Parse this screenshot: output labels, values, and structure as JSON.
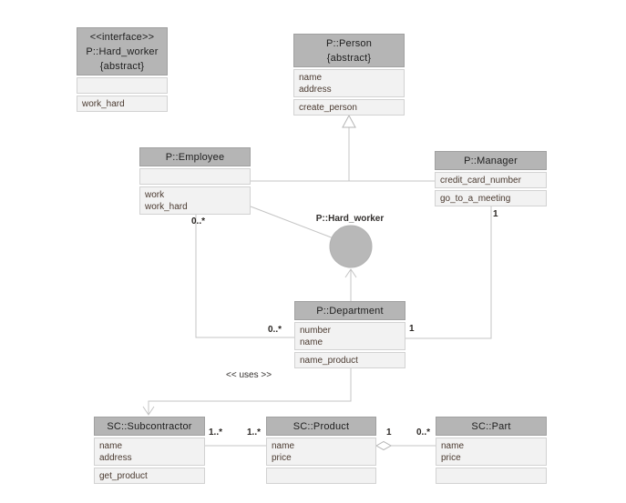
{
  "colors": {
    "header_fill": "#b5b5b5",
    "compartment_fill": "#f2f2f2",
    "box_border": "#a0a0a0",
    "compartment_border": "#d2d2d2",
    "connector": "#c4c4c4",
    "header_text": "#1e1e1e",
    "member_text": "#4a3a30",
    "ball_fill": "#b8b8b8"
  },
  "classes": {
    "hard_worker_interface": {
      "stereotype": "<<interface>>",
      "name": "P::Hard_worker",
      "modifier": "{abstract}",
      "attributes": [],
      "methods": [
        "work_hard"
      ]
    },
    "person": {
      "name": "P::Person",
      "modifier": "{abstract}",
      "attributes": [
        "name",
        "address"
      ],
      "methods": [
        "create_person"
      ]
    },
    "employee": {
      "name": "P::Employee",
      "attributes": [],
      "methods": [
        "work",
        "work_hard"
      ]
    },
    "manager": {
      "name": "P::Manager",
      "attributes": [
        "credit_card_number"
      ],
      "methods": [
        "go_to_a_meeting"
      ]
    },
    "department": {
      "name": "P::Department",
      "attributes": [
        "number",
        "name"
      ],
      "methods": [
        "name_product"
      ]
    },
    "subcontractor": {
      "name": "SC::Subcontractor",
      "attributes": [
        "name",
        "address"
      ],
      "methods": [
        "get_product"
      ]
    },
    "product": {
      "name": "SC::Product",
      "attributes": [
        "name",
        "price"
      ],
      "methods": []
    },
    "part": {
      "name": "SC::Part",
      "attributes": [
        "name",
        "price"
      ],
      "methods": []
    }
  },
  "ball_interface_label": "P::Hard_worker",
  "dependency_label": "<< uses >>",
  "multiplicities": {
    "emp_dept_employee_end": "0..*",
    "emp_dept_department_end": "0..*",
    "mgr_dept_manager_end": "1",
    "mgr_dept_department_end": "1",
    "sub_prod_subcontractor_end": "1..*",
    "sub_prod_product_end": "1..*",
    "prod_part_product_end": "1",
    "prod_part_part_end": "0..*"
  }
}
